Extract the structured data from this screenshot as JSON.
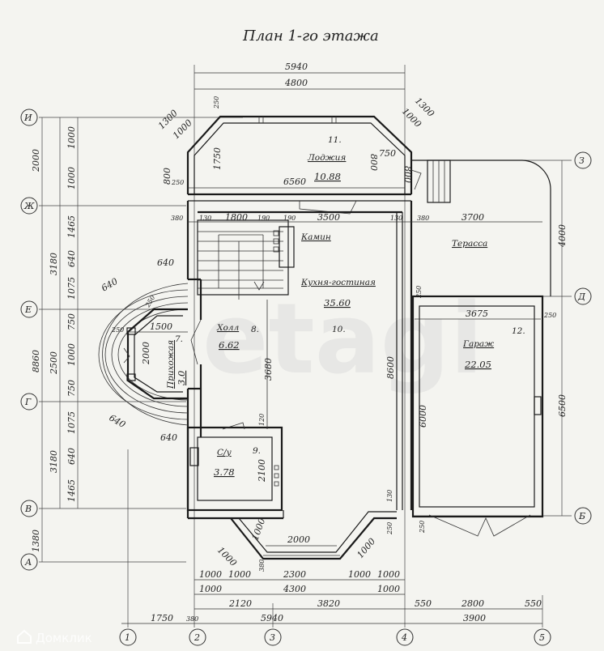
{
  "title": "План 1-го этажа",
  "rooms": [
    {
      "num": "11.",
      "name": "Лоджия",
      "area": "10.88"
    },
    {
      "num": "10.",
      "name": "Кухня-гостиная",
      "area": "35.60"
    },
    {
      "num": "8.",
      "name": "Холл",
      "area": "6.62"
    },
    {
      "num": "7.",
      "name": "Прихожая",
      "area": "3.0"
    },
    {
      "num": "9.",
      "name": "С/у",
      "area": "3.78"
    },
    {
      "num": "12.",
      "name": "Гараж",
      "area": "22.05"
    },
    {
      "num": "",
      "name": "Терасса",
      "area": ""
    },
    {
      "num": "",
      "name": "Камин",
      "area": ""
    }
  ],
  "axes": {
    "left": [
      "И",
      "Ж",
      "Е",
      "Г",
      "В",
      "А"
    ],
    "right": [
      "З",
      "Д",
      "Б"
    ],
    "bottom": [
      "1",
      "2",
      "3",
      "4",
      "5"
    ]
  },
  "dims": {
    "top_overall": "5940",
    "top_inner": "4800",
    "loggia_diag_left_outer": "1300",
    "loggia_diag_left_inner": "1000",
    "loggia_diag_right_outer": "1300",
    "loggia_diag_right_inner": "1000",
    "loggia_250_top": "250",
    "loggia_1750": "1750",
    "loggia_800_left": "800",
    "loggia_250_left": "250",
    "loggia_6560": "6560",
    "loggia_800_right": "800",
    "loggia_750": "750",
    "loggia_800_right2": "800",
    "row_380_left": "380",
    "row_130": "130",
    "row_1800": "1800",
    "row_190a": "190",
    "row_190b": "190",
    "row_3500": "3500",
    "row_130b": "130",
    "row_380_right": "380",
    "row_3700": "3700",
    "terrace_4000": "4000",
    "garage_250_top": "250",
    "garage_3675": "3675",
    "garage_250_right": "250",
    "garage_6000": "6000",
    "garage_6500": "6500",
    "garage_250_bottom": "250",
    "hall_640_top": "640",
    "porch_640_diag_top": "640",
    "porch_250": "250",
    "porch_250b": "250",
    "porch_1500": "1500",
    "porch_2000": "2000",
    "porch_640_diag_bottom": "640",
    "porch_640_bottom": "640",
    "hall_3680": "3680",
    "kitchen_8600": "8600",
    "wc_120": "120",
    "wc_2100": "2100",
    "bay_1000_left": "1000",
    "bay_1000_left_b": "1000",
    "bay_2000": "2000",
    "bay_1000_right": "1000",
    "bay_380": "380",
    "bay_130": "130",
    "bay_250": "250",
    "left_2000": "2000",
    "left_3180_top": "3180",
    "left_8860": "8860",
    "left_2500": "2500",
    "left_3180_bottom": "3180",
    "left_1380": "1380",
    "left_chain": [
      "1000",
      "1000",
      "1465",
      "640",
      "1075",
      "750",
      "1000",
      "750",
      "1075",
      "640",
      "1465"
    ],
    "bottom_row1": [
      "1000",
      "1000",
      "2300",
      "1000",
      "1000"
    ],
    "bottom_row2": [
      "1000",
      "4300",
      "1000"
    ],
    "bottom_row3": [
      "2120",
      "3820",
      "550",
      "2800",
      "550"
    ],
    "bottom_row4": [
      "1750",
      "380",
      "5940",
      "3900"
    ]
  },
  "watermark": "etagi",
  "logo_text": "Домклик"
}
